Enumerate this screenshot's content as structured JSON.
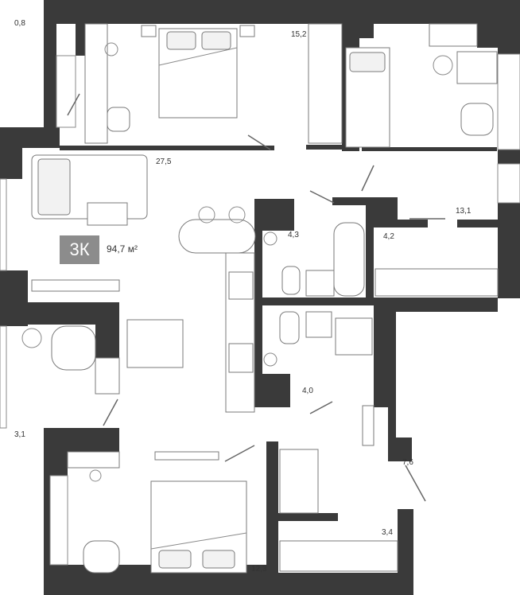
{
  "plan": {
    "apartment_type": "3К",
    "total_area": "94,7 м²"
  },
  "rooms": [
    {
      "id": "balcony_top",
      "area": "0,8"
    },
    {
      "id": "bedroom_1",
      "area": "15,2"
    },
    {
      "id": "living",
      "area": "27,5"
    },
    {
      "id": "bedroom_2",
      "area": "13,1"
    },
    {
      "id": "bathroom_1",
      "area": "4,3"
    },
    {
      "id": "wardrobe_1",
      "area": "4,2"
    },
    {
      "id": "bathroom_2",
      "area": "4,0"
    },
    {
      "id": "balcony_left",
      "area": "3,1"
    },
    {
      "id": "hall",
      "area": "7,6"
    },
    {
      "id": "wardrobe_2",
      "area": "3,4"
    },
    {
      "id": "bedroom_3",
      "area": "12,3"
    }
  ]
}
